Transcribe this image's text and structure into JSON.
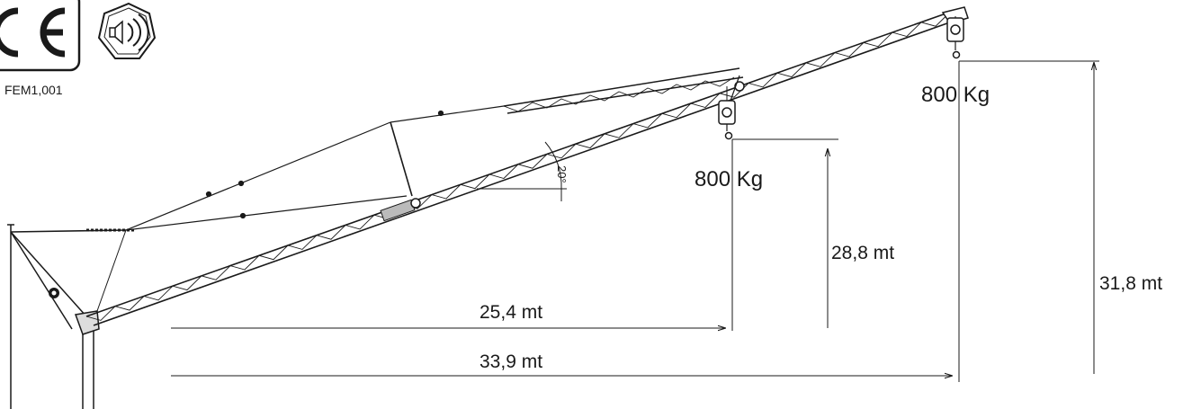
{
  "certification": {
    "code": "FEM1,001"
  },
  "loads": {
    "intermediate": "800 Kg",
    "tip": "800 Kg"
  },
  "angle": {
    "label": "20°"
  },
  "dimensions": {
    "radius_intermediate": "25,4 mt",
    "radius_max": "33,9 mt",
    "height_intermediate": "28,8 mt",
    "height_max": "31,8 mt"
  }
}
